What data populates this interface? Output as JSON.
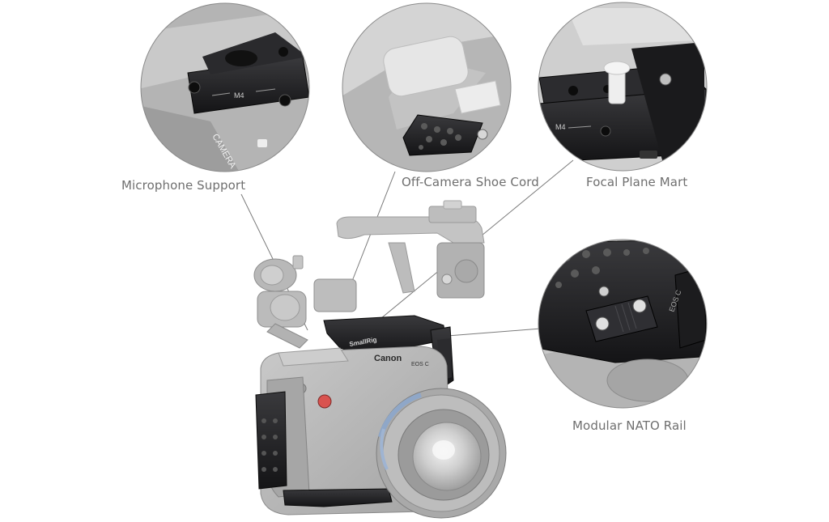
{
  "callouts": [
    {
      "id": "microphone-support",
      "label": "Microphone Support"
    },
    {
      "id": "off-camera-shoe-cord",
      "label": "Off-Camera Shoe Cord"
    },
    {
      "id": "focal-plane-mark",
      "label": "Focal Plane Mart"
    },
    {
      "id": "modular-nato-rail",
      "label": "Modular NATO Rail"
    }
  ],
  "product_marks": {
    "camera_brand": "Canon",
    "camera_model": "EOS C",
    "cage_brand": "SmallRig",
    "screw_marking": "M4",
    "camera_text": "CAMERA"
  },
  "colors": {
    "background": "#ffffff",
    "label_text": "#6f6f6f",
    "leader_line": "#7a7a7a",
    "cage_metal": "#1c1c1e",
    "camera_grey": "#b9b9b9",
    "lens_ring_blue": "#8fa7c8",
    "circle_border": "#8a8a8a"
  }
}
